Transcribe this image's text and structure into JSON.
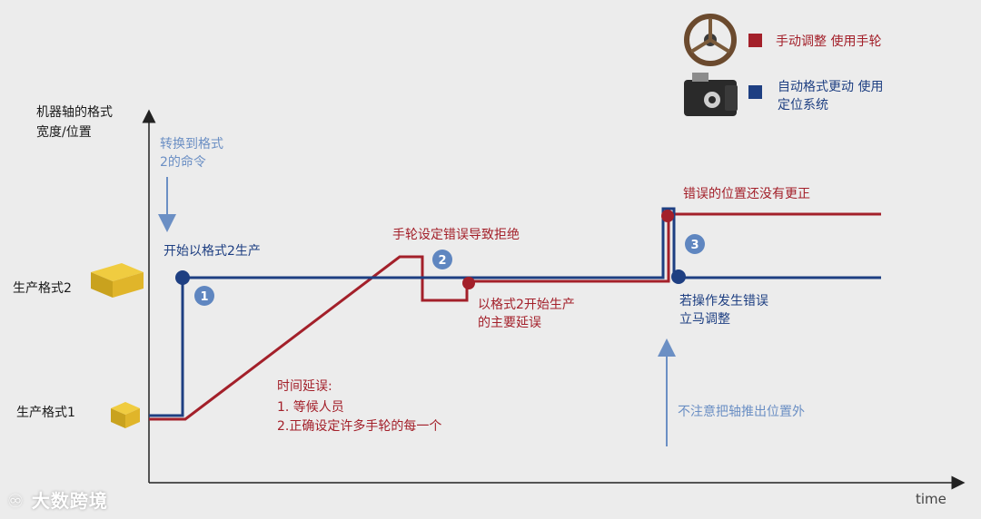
{
  "axis": {
    "y_title_line1": "机器轴的格式",
    "y_title_line2": "宽度/位置",
    "x_title": "time",
    "level_high": "生产格式2",
    "level_low": "生产格式1"
  },
  "legend": {
    "manual": "手动调整 使用手轮",
    "auto_line1": "自动格式更动 使用",
    "auto_line2": "定位系统"
  },
  "annotations": {
    "command_line1": "转换到格式",
    "command_line2": "2的命令",
    "start_format2": "开始以格式2生产",
    "handwheel_error": "手轮设定错误导致拒绝",
    "main_delay_line1": "以格式2开始生产",
    "main_delay_line2": "的主要延误",
    "time_delay_title": "时间延误:",
    "time_delay_1": "1. 等候人员",
    "time_delay_2": "2.正确设定许多手轮的每一个",
    "error_uncorrected": "错误的位置还没有更正",
    "auto_correct_line1": "若操作发生错误",
    "auto_correct_line2": "立马调整",
    "pushed_out": "不注意把轴推出位置外"
  },
  "markers": [
    "1",
    "2",
    "3"
  ],
  "watermark": "大数跨境",
  "colors": {
    "manual": "#a3202a",
    "auto": "#1e3f82",
    "note_blue": "#6b8fc4",
    "marker_fill": "#5f86c0",
    "text_dark": "#1a1a1a"
  }
}
